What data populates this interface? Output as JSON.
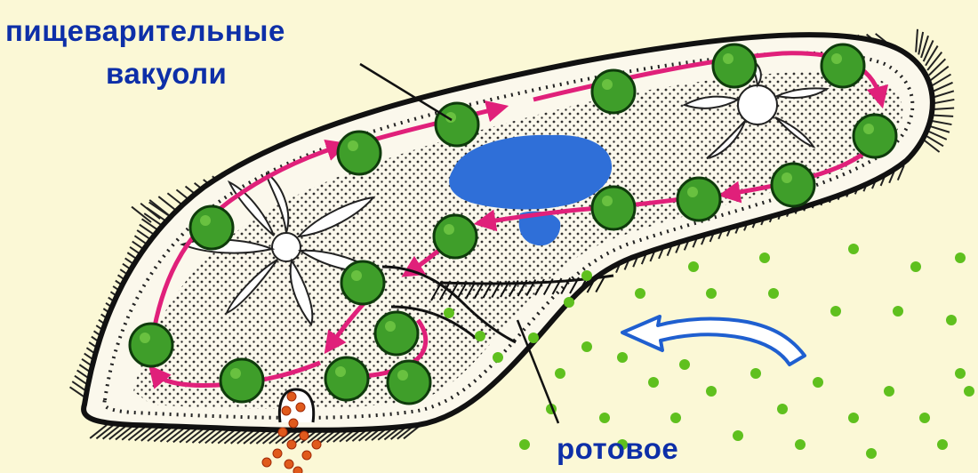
{
  "labels": {
    "digestive_vacuoles_line1": "пищеварительные",
    "digestive_vacuoles_line2": "вакуоли",
    "mouth": "ротовое"
  },
  "colors": {
    "background": "#fbf8d6",
    "body_outline": "#111111",
    "cytoplasm": "#fbf8ec",
    "vacuole_fill": "#3f9e2a",
    "vacuole_outline": "#0f3b0c",
    "cyclosis_arrow": "#e0207a",
    "nucleus": "#2f6fd8",
    "food_particles": "#5fc01e",
    "water_current_arrow": "#1f5fd0",
    "waste": "#e05a1c",
    "label_text": "#0d2fa8"
  },
  "icons": {
    "water_current": "curved-arrow-icon",
    "cyclosis": "pink-arrow-icon"
  }
}
